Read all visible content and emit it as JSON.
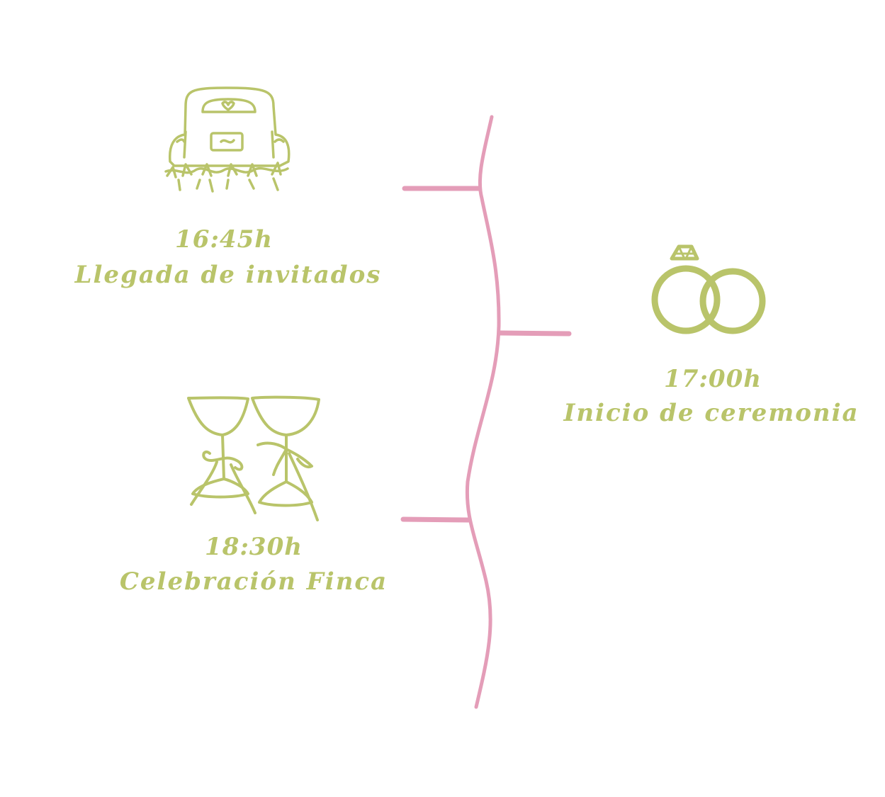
{
  "colors": {
    "line": "#e49db8",
    "accent": "#b9c46a",
    "background": "#ffffff"
  },
  "events": [
    {
      "time": "16:45h",
      "title": "Llegada de invitados",
      "icon": "wedding-car-icon"
    },
    {
      "time": "17:00h",
      "title": "Inicio de ceremonia",
      "icon": "wedding-rings-icon"
    },
    {
      "time": "18:30h",
      "title": "Celebración Finca",
      "icon": "champagne-glasses-icon"
    }
  ]
}
